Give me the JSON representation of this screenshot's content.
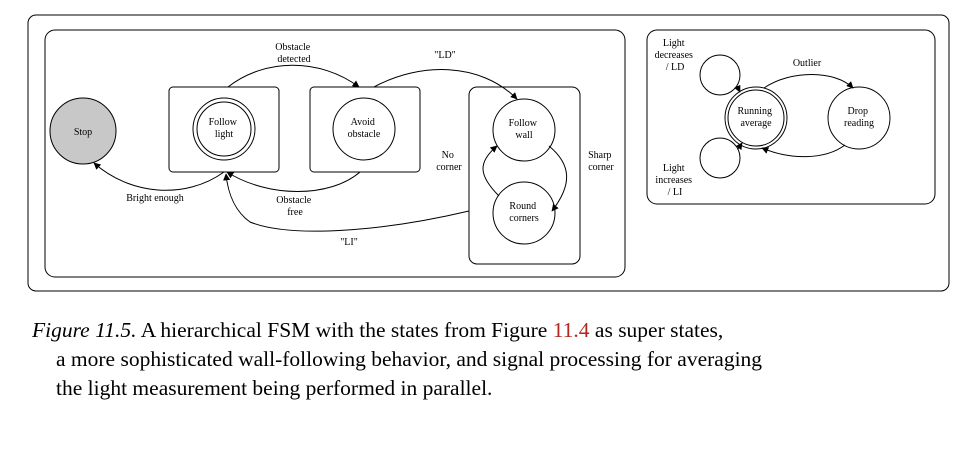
{
  "figure": {
    "left_panel": {
      "states": {
        "stop": "Stop",
        "follow_light": [
          "Follow",
          "light"
        ],
        "avoid_obstacle": [
          "Avoid",
          "obstacle"
        ],
        "follow_wall": [
          "Follow",
          "wall"
        ],
        "round_corners": [
          "Round",
          "corners"
        ]
      },
      "transitions": {
        "obstacle_detected": [
          "Obstacle",
          "detected"
        ],
        "ld": "\"LD\"",
        "bright_enough": "Bright enough",
        "obstacle_free": [
          "Obstacle",
          "free"
        ],
        "li": "\"LI\"",
        "no_corner": [
          "No",
          "corner"
        ],
        "sharp_corner": [
          "Sharp",
          "corner"
        ]
      }
    },
    "right_panel": {
      "states": {
        "running_average": [
          "Running",
          "average"
        ],
        "drop_reading": [
          "Drop",
          "reading"
        ]
      },
      "transitions": {
        "outlier": "Outlier",
        "light_decreases": [
          "Light",
          "decreases",
          "/ LD"
        ],
        "light_increases": [
          "Light",
          "increases",
          "/ LI"
        ]
      }
    },
    "colors": {
      "stop_fill": "#c8c8c8",
      "caption_ref": "#b3261e"
    }
  },
  "caption": {
    "label": "Figure 11.5.",
    "text_1": " A hierarchical FSM with the states from Figure ",
    "ref": "11.4",
    "text_2": " as super states,",
    "line_2": "a more sophisticated wall-following behavior, and signal processing for averaging",
    "line_3": "the light measurement being performed in parallel."
  }
}
